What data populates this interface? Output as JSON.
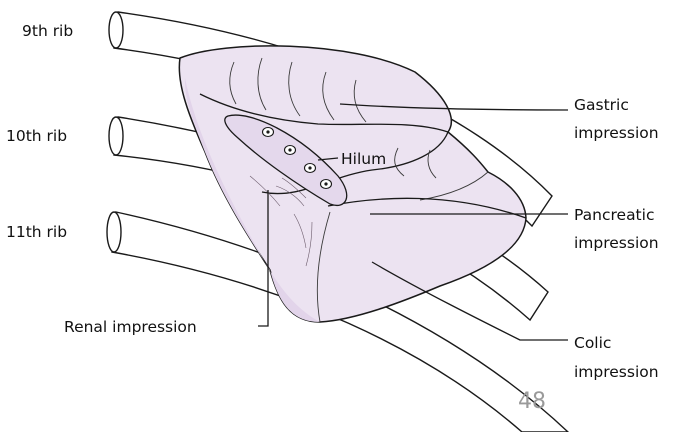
{
  "labels": {
    "rib9": "9th rib",
    "rib10": "10th rib",
    "rib11": "11th rib",
    "hilum": "Hilum",
    "gastric_1": "Gastric",
    "gastric_2": "impression",
    "pancreatic_1": "Pancreatic",
    "pancreatic_2": "impression",
    "colic_1": "Colic",
    "colic_2": "impression",
    "renal": "Renal impression"
  },
  "page_number": "48",
  "colors": {
    "spleen_fill": "#ece3f1",
    "spleen_shade": "#e2d4ea",
    "outline": "#1a1a1a"
  }
}
